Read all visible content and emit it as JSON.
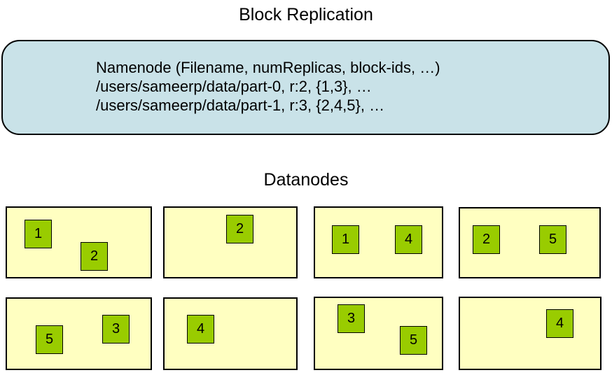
{
  "title": "Block Replication",
  "namenode": {
    "lines": [
      "Namenode (Filename, numReplicas, block-ids, …)",
      "/users/sameerp/data/part-0, r:2, {1,3}, …",
      "/users/sameerp/data/part-1, r:3, {2,4,5}, …"
    ]
  },
  "datanodes_label": "Datanodes",
  "datanodes": [
    {
      "blocks": [
        {
          "id": "1"
        },
        {
          "id": "2"
        }
      ]
    },
    {
      "blocks": [
        {
          "id": "2"
        }
      ]
    },
    {
      "blocks": [
        {
          "id": "1"
        },
        {
          "id": "4"
        }
      ]
    },
    {
      "blocks": [
        {
          "id": "2"
        },
        {
          "id": "5"
        }
      ]
    },
    {
      "blocks": [
        {
          "id": "5"
        },
        {
          "id": "3"
        }
      ]
    },
    {
      "blocks": [
        {
          "id": "4"
        }
      ]
    },
    {
      "blocks": [
        {
          "id": "3"
        },
        {
          "id": "5"
        }
      ]
    },
    {
      "blocks": [
        {
          "id": "4"
        }
      ]
    }
  ],
  "colors": {
    "namenode_fill": "#c9e2e8",
    "datanode_fill": "#ffffc1",
    "block_fill": "#99cc00",
    "border": "#000000"
  }
}
